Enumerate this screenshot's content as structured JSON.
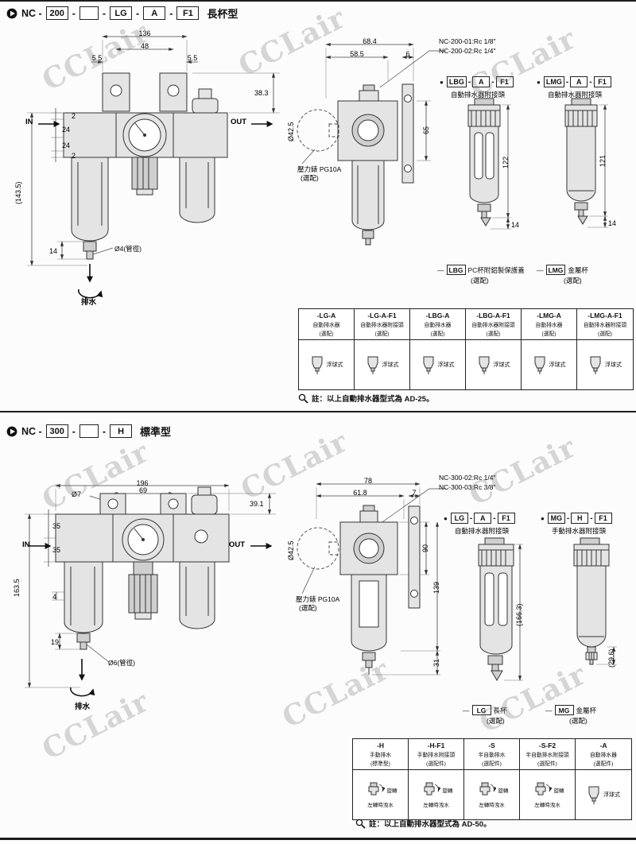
{
  "colors": {
    "ink": "#1a1a1a",
    "part_fill": "#e4e4e4",
    "watermark_gray": "#9a9a9a"
  },
  "watermark": "CCLair",
  "ui": {
    "dash": "-",
    "bullet": "●",
    "tag_dash": "—"
  },
  "top": {
    "header": {
      "prefix": "NC -",
      "code1": "200",
      "code2": "",
      "code3": "LG",
      "code4": "A",
      "code5": "F1",
      "type": "長杯型"
    },
    "front": {
      "in_label": "IN",
      "out_label": "OUT",
      "dim_width": "136",
      "dim_bracket_span": "48",
      "dim_offset_left": "5.5",
      "dim_offset_right": "5.5",
      "dim_bracket_h": "38.3",
      "dim_top_gap": "2",
      "dim_port_up": "24",
      "dim_port_dn": "24",
      "dim_bot_gap": "2",
      "dim_total_h": "(143.5)",
      "dim_drain_h": "14",
      "pipe_label": "Ø4(管徑)",
      "drain_label": "排水"
    },
    "side": {
      "dim_depth_total": "68.4",
      "dim_depth_body": "58.5",
      "dim_flange_t": "6",
      "dim_gauge_dia": "Ø42.5",
      "dim_body_h": "65",
      "port_note1": "NC-200-01:Rc 1/8\"",
      "port_note2": "NC-200-02:Rc 1/4\"",
      "gauge_label": "壓力錶 PG10A",
      "gauge_opt": "(選配)"
    },
    "option1": {
      "codes": [
        "LBG",
        "A",
        "F1"
      ],
      "subtitle": "自動排水器附接頭",
      "dim_height": "122",
      "dim_drain": "14",
      "tag_code": "LBG",
      "tag_desc": "PC杯附鋁製保護蓋",
      "tag_opt": "(選配)"
    },
    "option2": {
      "codes": [
        "LMG",
        "A",
        "F1"
      ],
      "subtitle": "自動排水器附接頭",
      "dim_height": "121",
      "dim_drain": "14",
      "tag_code": "LMG",
      "tag_desc": "金屬杯",
      "tag_opt": "(選配)"
    },
    "table": {
      "columns": [
        {
          "model": "-LG-A",
          "desc": "自動排水器",
          "opt": "(選配)",
          "label": "浮球式"
        },
        {
          "model": "-LG-A-F1",
          "desc": "自動排水器附接頭",
          "opt": "(選配)",
          "label": "浮球式"
        },
        {
          "model": "-LBG-A",
          "desc": "自動排水器",
          "opt": "(選配)",
          "label": "浮球式"
        },
        {
          "model": "-LBG-A-F1",
          "desc": "自動排水器附接頭",
          "opt": "(選配)",
          "label": "浮球式"
        },
        {
          "model": "-LMG-A",
          "desc": "自動排水器",
          "opt": "(選配)",
          "label": "浮球式"
        },
        {
          "model": "-LMG-A-F1",
          "desc": "自動排水器附接頭",
          "opt": "(選配)",
          "label": "浮球式"
        }
      ]
    },
    "note": "註：以上自動排水器型式為 AD-25。"
  },
  "bottom": {
    "header": {
      "prefix": "NC -",
      "code1": "300",
      "code2": "",
      "code3": "H",
      "type": "標準型"
    },
    "front": {
      "in_label": "IN",
      "out_label": "OUT",
      "dim_width": "196",
      "dim_hole": "Ø7",
      "dim_bracket_span": "69",
      "dim_bracket_h": "39.1",
      "dim_port_up": "35",
      "dim_port_dn": "35",
      "dim_total_h": "163.5",
      "dim_neck": "4",
      "dim_drain_h": "19",
      "pipe_label": "Ø6(管徑)",
      "drain_label": "排水"
    },
    "side": {
      "dim_depth_total": "78",
      "dim_depth_body": "61.8",
      "dim_flange_t": "7",
      "dim_gauge_dia": "Ø42.5",
      "dim_body_h": "90",
      "dim_bowl_h": "139",
      "dim_drain": "31",
      "port_note1": "NC-300-02:Rc 1/4\"",
      "port_note2": "NC-300-03:Rc 3/8\"",
      "gauge_label": "壓力錶 PG10A",
      "gauge_opt": "(選配)"
    },
    "option1": {
      "codes": [
        "LG",
        "A",
        "F1"
      ],
      "subtitle": "自動排水器附接頭",
      "dim_height": "(166.3)",
      "tag_code": "LG",
      "tag_desc": "長杯",
      "tag_opt": "(選配)"
    },
    "option2": {
      "codes": [
        "MG",
        "H",
        "F1"
      ],
      "subtitle": "手動排水器附接頭",
      "dim_drain": "(29.6)",
      "tag_code": "MG",
      "tag_desc": "金屬杯",
      "tag_opt": "(選配)"
    },
    "table": {
      "columns": [
        {
          "model": "-H",
          "desc": "手動排水",
          "opt": "(標準型)",
          "label1": "旋轉",
          "label2": "左轉時洩水"
        },
        {
          "model": "-H-F1",
          "desc": "手動排水附接頭",
          "opt": "(選配件)",
          "label1": "旋轉",
          "label2": "左轉時洩水"
        },
        {
          "model": "-S",
          "desc": "半自動排水",
          "opt": "(選配件)",
          "label1": "旋轉",
          "label2": "左轉時洩水"
        },
        {
          "model": "-S-F2",
          "desc": "半自動排水附接頭",
          "opt": "(選配件)",
          "label1": "旋轉",
          "label2": "左轉時洩水"
        },
        {
          "model": "-A",
          "desc": "自動排水器",
          "opt": "(選配件)",
          "label": "浮球式"
        }
      ]
    },
    "note": "註：以上自動排水器型式為 AD-50。"
  }
}
